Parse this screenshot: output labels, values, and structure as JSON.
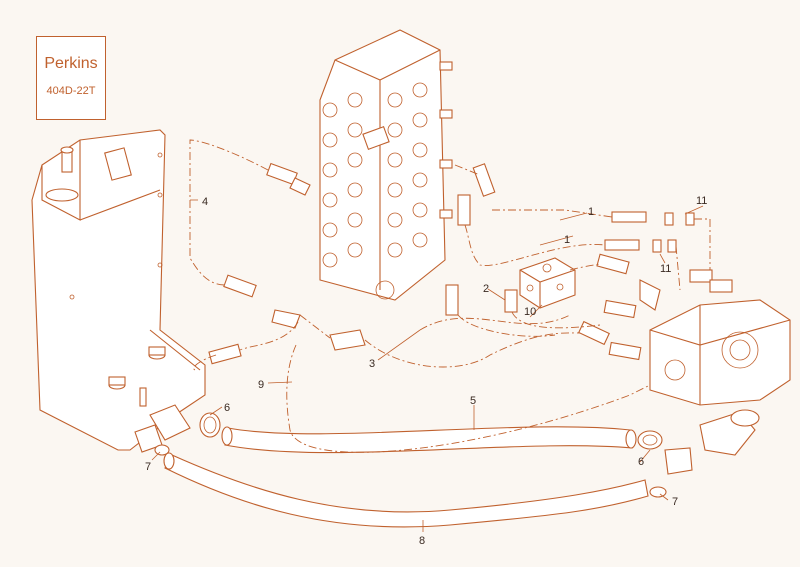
{
  "engine_box": {
    "brand": "Perkins",
    "model": "404D-22T"
  },
  "callouts": {
    "c1a": "1",
    "c1b": "1",
    "c2": "2",
    "c3": "3",
    "c4": "4",
    "c5": "5",
    "c6a": "6",
    "c6b": "6",
    "c7a": "7",
    "c7b": "7",
    "c8": "8",
    "c9": "9",
    "c10": "10",
    "c11a": "11",
    "c11b": "11"
  },
  "colors": {
    "line": "#c0612e",
    "paper": "#fbf7f2"
  }
}
